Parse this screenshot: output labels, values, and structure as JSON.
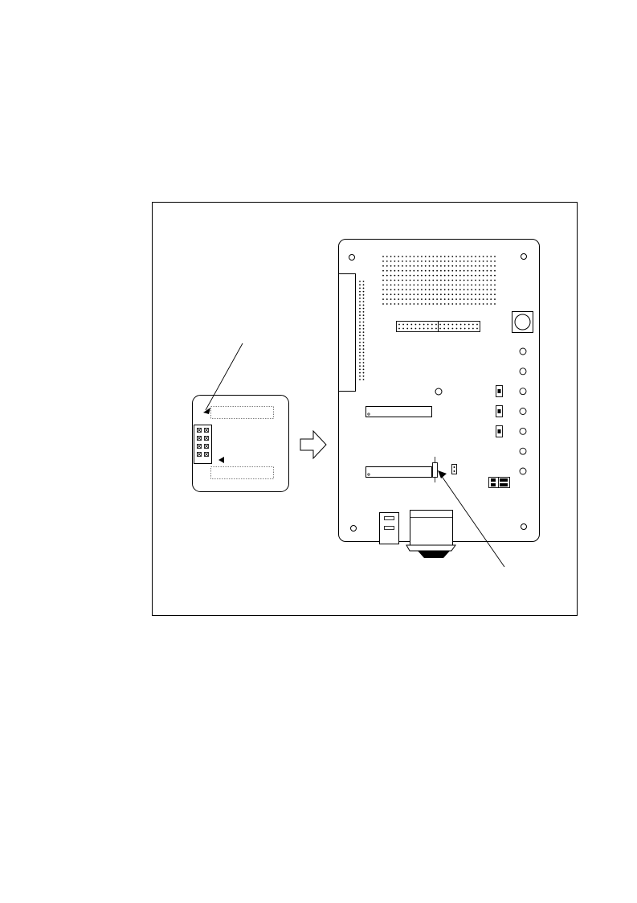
{
  "figure": {
    "stroke_color": "#000000",
    "background_color": "#ffffff",
    "zoom_panel": {
      "pin_header_rows": 4,
      "pin_header_cols": 2
    },
    "board": {
      "perforated_area_rows": 11,
      "perforated_area_cols": 30,
      "side_connector_rows": 30,
      "side_connector_cols": 2,
      "top_header_segments": 2,
      "top_header_pins_per_row": 20,
      "led_count": 7,
      "push_switch_count": 3,
      "socket_count": 2,
      "mounting_hole_count": 4
    },
    "transition_arrow": "right-arrow-icon"
  }
}
